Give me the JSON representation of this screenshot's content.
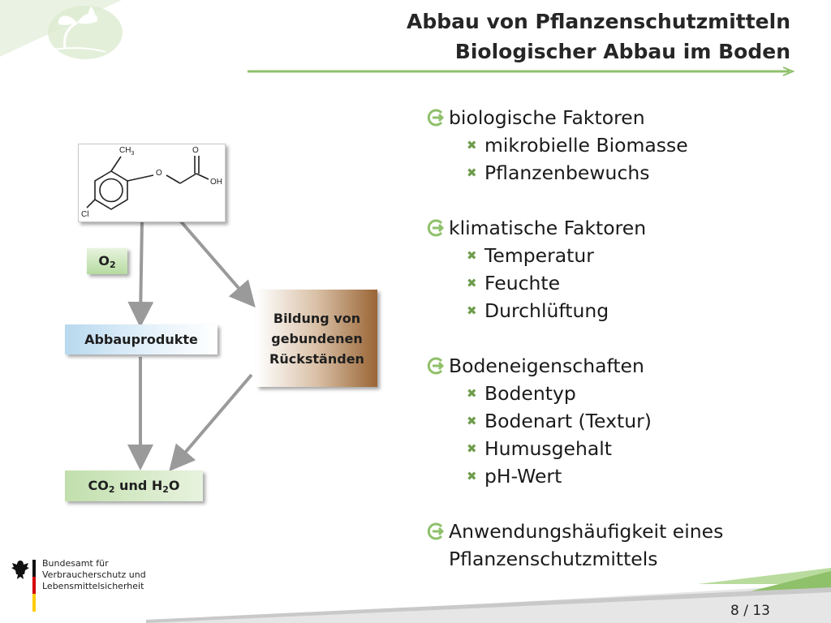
{
  "title": {
    "line1": "Abbau von Pflanzenschutzmitteln",
    "line2": "Biologischer Abbau im Boden"
  },
  "colors": {
    "accent_green": "#8fc06a",
    "arrow_gray": "#9a9a9a",
    "brown": "#9a6535",
    "blue": "#b8d9ef"
  },
  "molecule": {
    "ch3": "CH",
    "ch3_sub": "3",
    "o_ether": "O",
    "o_carbonyl": "O",
    "oh": "OH",
    "cl": "Cl"
  },
  "diagram": {
    "o2_main": "O",
    "o2_sub": "2",
    "abbau": "Abbauprodukte",
    "rueck_line1": "Bildung von",
    "rueck_line2": "gebundenen",
    "rueck_line3": "Rückständen",
    "co2_a": "CO",
    "co2_a_sub": "2",
    "co2_mid": " und H",
    "co2_b_sub": "2",
    "co2_end": "O"
  },
  "bullets": [
    {
      "label": " biologische Faktoren",
      "items": [
        "mikrobielle Biomasse",
        "Pflanzenbewuchs"
      ]
    },
    {
      "label": "klimatische Faktoren",
      "items": [
        "Temperatur",
        "Feuchte",
        "Durchlüftung"
      ]
    },
    {
      "label": "Bodeneigenschaften",
      "items": [
        "Bodentyp",
        "Bodenart (Textur)",
        "Humusgehalt",
        "pH-Wert"
      ]
    },
    {
      "label": "Anwendungshäufigkeit eines",
      "label2": "Pflanzenschutzmittels",
      "items": []
    }
  ],
  "footer": {
    "org_line1": "Bundesamt für",
    "org_line2": "Verbraucherschutz und",
    "org_line3": "Lebensmittelsicherheit",
    "page": "8 / 13"
  }
}
